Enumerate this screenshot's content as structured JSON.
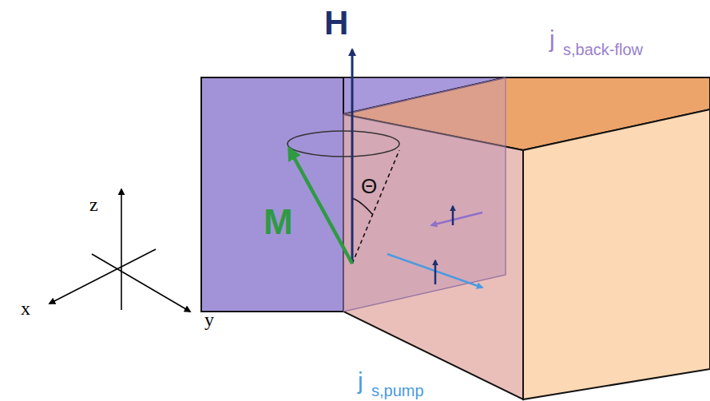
{
  "diagram": {
    "labels": [
      "H",
      "M",
      "Θ",
      "j",
      "s,back-flow",
      "j",
      "s,pump",
      "z",
      "x",
      "y"
    ]
  }
}
